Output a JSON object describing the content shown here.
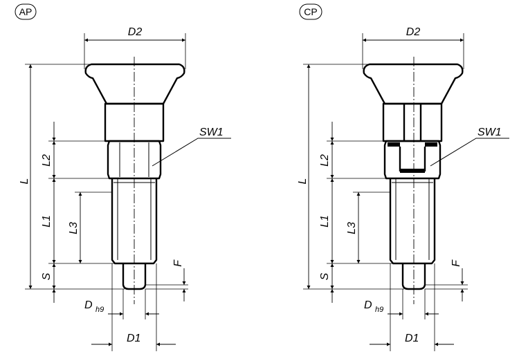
{
  "variants": [
    {
      "tag": "AP"
    },
    {
      "tag": "CP"
    }
  ],
  "labels": {
    "d2": "D2",
    "sw1": "SW1",
    "l": "L",
    "l1": "L1",
    "l2": "L2",
    "l3": "L3",
    "s": "S",
    "f": "F",
    "d": "D",
    "d_sub": "h9",
    "d1": "D1"
  }
}
